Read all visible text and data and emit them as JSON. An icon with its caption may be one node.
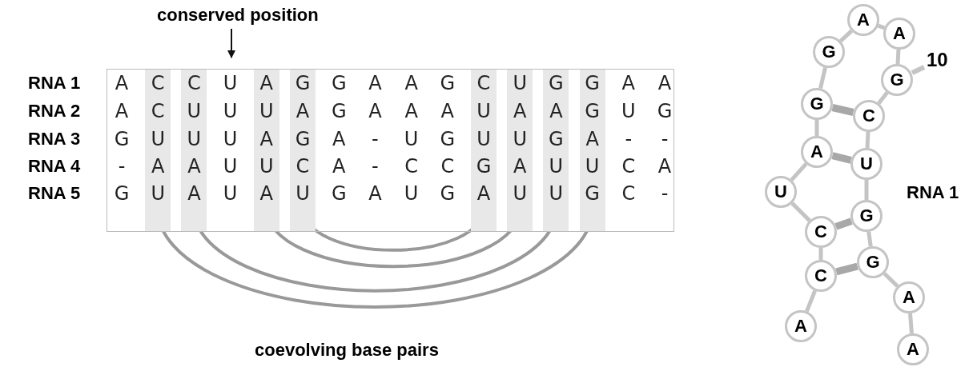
{
  "diagram": {
    "nodes": [
      {
        "text": [
          "conserved position"
        ]
      },
      {
        "text": [
          "A"
        ]
      },
      {
        "text": [
          "C"
        ]
      },
      {
        "text": [
          "C"
        ]
      },
      {
        "text": [
          "U"
        ]
      },
      {
        "text": [
          "A"
        ]
      },
      {
        "text": [
          "G"
        ]
      },
      {
        "text": [
          "G"
        ]
      },
      {
        "text": [
          "A"
        ]
      },
      {
        "text": [
          "A"
        ]
      },
      {
        "text": [
          "G"
        ],
        "beside": [
          "10"
        ]
      },
      {
        "text": [
          "C"
        ]
      },
      {
        "text": [
          "U"
        ]
      },
      {
        "text": [
          "G"
        ]
      },
      {
        "text": [
          "G"
        ]
      },
      {
        "text": [
          "A"
        ]
      },
      {
        "text": [
          "A"
        ]
      }
    ],
    "edges": [
      {
        "from": 0,
        "to": null,
        "arrow": "to",
        "color": "#111111"
      },
      {
        "from": 1,
        "to": 2,
        "arrow": "none"
      },
      {
        "from": 2,
        "to": 3,
        "arrow": "none"
      },
      {
        "from": 3,
        "to": 4,
        "arrow": "none"
      },
      {
        "from": 4,
        "to": 5,
        "arrow": "none"
      },
      {
        "from": 5,
        "to": 6,
        "arrow": "none"
      },
      {
        "from": 6,
        "to": 7,
        "arrow": "none"
      },
      {
        "from": 7,
        "to": 8,
        "arrow": "none"
      },
      {
        "from": 8,
        "to": 9,
        "arrow": "none"
      },
      {
        "from": 9,
        "to": 10,
        "arrow": "none"
      },
      {
        "from": 10,
        "to": 11,
        "arrow": "none"
      },
      {
        "from": 11,
        "to": 12,
        "arrow": "none"
      },
      {
        "from": 12,
        "to": 13,
        "arrow": "none"
      },
      {
        "from": 13,
        "to": 14,
        "arrow": "none"
      },
      {
        "from": 14,
        "to": 15,
        "arrow": "none"
      },
      {
        "from": 15,
        "to": 16,
        "arrow": "none"
      },
      {
        "from": 2,
        "to": 14,
        "arrow": "none",
        "style": "thick"
      },
      {
        "from": 3,
        "to": 13,
        "arrow": "none",
        "style": "thick"
      },
      {
        "from": 5,
        "to": 12,
        "arrow": "none",
        "style": "thick"
      },
      {
        "from": 6,
        "to": 11,
        "arrow": "none",
        "style": "thick"
      }
    ],
    "labels": [
      "RNA 1",
      "A",
      "C",
      "C",
      "U",
      "A",
      "G",
      "G",
      "A",
      "A",
      "G",
      "C",
      "U",
      "G",
      "G",
      "A",
      "A",
      "RNA 2",
      "A",
      "C",
      "U",
      "U",
      "U",
      "A",
      "G",
      "A",
      "A",
      "A",
      "U",
      "A",
      "A",
      "G",
      "U",
      "G",
      "RNA 3",
      "G",
      "U",
      "U",
      "U",
      "A",
      "G",
      "A",
      "-",
      "U",
      "G",
      "U",
      "U",
      "G",
      "A",
      "-",
      "-",
      "RNA 4",
      "-",
      "A",
      "A",
      "U",
      "U",
      "C",
      "A",
      "-",
      "C",
      "C",
      "G",
      "A",
      "U",
      "U",
      "C",
      "A",
      "RNA 5",
      "G",
      "U",
      "A",
      "U",
      "A",
      "U",
      "G",
      "A",
      "U",
      "G",
      "A",
      "U",
      "U",
      "G",
      "C",
      "-",
      "coevolving base pairs",
      "RNA 1"
    ]
  }
}
